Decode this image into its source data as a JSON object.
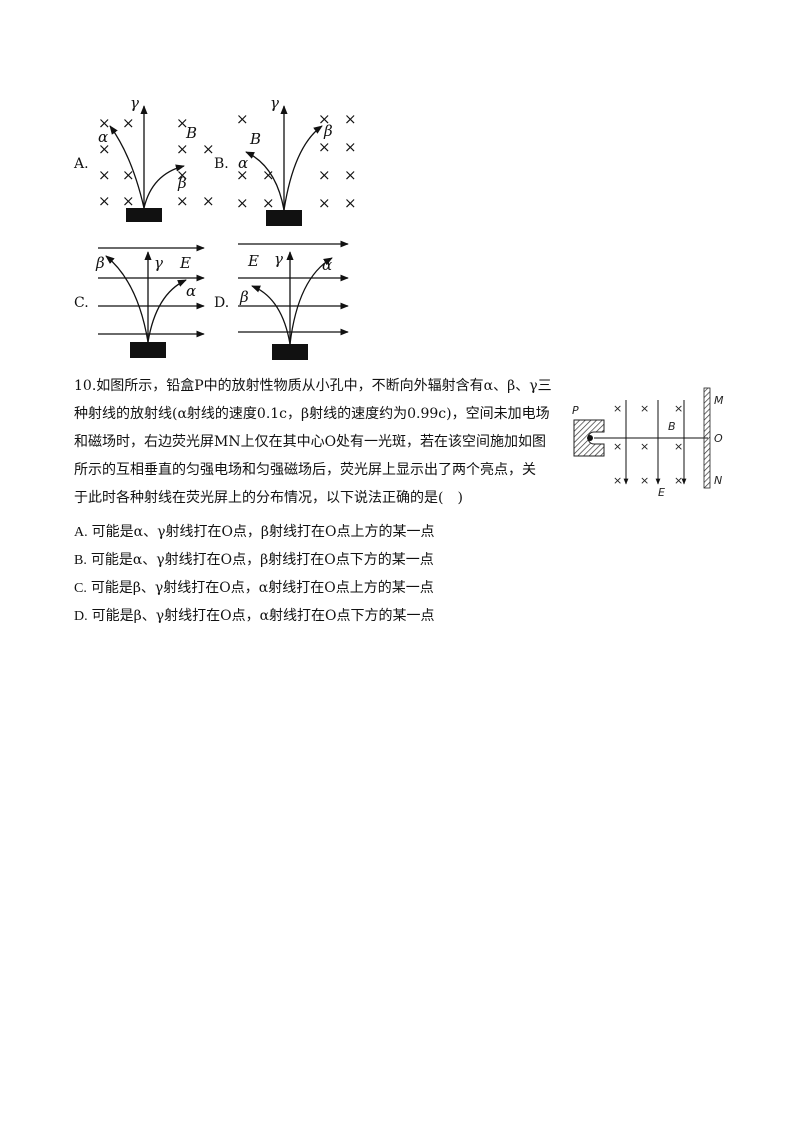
{
  "figure_options": {
    "A": {
      "label": "A.",
      "symbols": {
        "gamma": "γ",
        "alpha": "α",
        "beta": "β",
        "field": "B"
      }
    },
    "B": {
      "label": "B.",
      "symbols": {
        "gamma": "γ",
        "alpha": "α",
        "beta": "β",
        "field": "B"
      }
    },
    "C": {
      "label": "C.",
      "symbols": {
        "gamma": "γ",
        "alpha": "α",
        "beta": "β",
        "field": "E"
      }
    },
    "D": {
      "label": "D.",
      "symbols": {
        "gamma": "γ",
        "alpha": "α",
        "beta": "β",
        "field": "E"
      }
    },
    "cross": "×"
  },
  "question": {
    "lines": [
      "10.如图所示，铅盒P中的放射性物质从小孔中，不断向外辐射含有α、β、γ三",
      "种射线的放射线(α射线的速度0.1c，β射线的速度约为0.99c)，空间未加电场",
      "和磁场时，右边荧光屏MN上仅在其中心O处有一光斑，若在该空间施加如图",
      "所示的互相垂直的匀强电场和匀强磁场后，荧光屏上显示出了两个亮点，关",
      "于此时各种射线在荧光屏上的分布情况，以下说法正确的是(　)"
    ],
    "choices": [
      {
        "label": "A.",
        "text": "可能是α、γ射线打在O点，β射线打在O点上方的某一点"
      },
      {
        "label": "B.",
        "text": "可能是α、γ射线打在O点，β射线打在O点下方的某一点"
      },
      {
        "label": "C.",
        "text": "可能是β、γ射线打在O点，α射线打在O点上方的某一点"
      },
      {
        "label": "D.",
        "text": "可能是β、γ射线打在O点，α射线打在O点下方的某一点"
      }
    ],
    "diagram": {
      "P": "P",
      "M": "M",
      "O": "O",
      "N": "N",
      "B": "B",
      "E": "E",
      "cross": "×"
    }
  }
}
